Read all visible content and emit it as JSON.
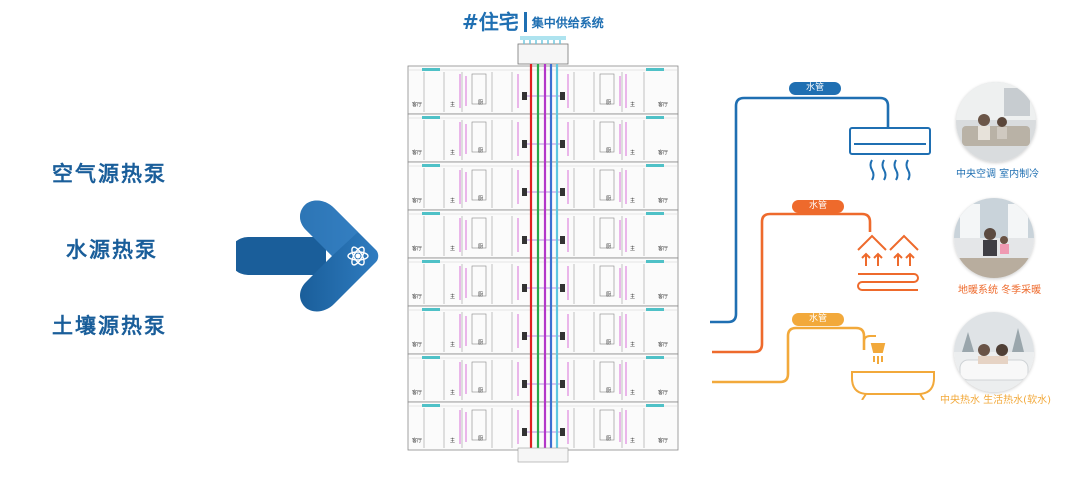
{
  "header": {
    "title_main": "#住宅",
    "title_sub": "集中供给系统"
  },
  "sources": {
    "items": [
      "空气源热泵",
      "水源热泵",
      "土壤源热泵"
    ]
  },
  "building": {
    "room_labels": {
      "living": "客厅",
      "master": "主",
      "kitchen": "厨"
    },
    "floors": 8
  },
  "outputs": [
    {
      "pipe_label": "水管",
      "caption": "中央空调  室内制冷",
      "color": "#1f6fb2",
      "icon": "air-conditioner-icon"
    },
    {
      "pipe_label": "水管",
      "caption": "地暖系统  冬季采暖",
      "color": "#ee6a2c",
      "icon": "floor-heating-icon"
    },
    {
      "pipe_label": "水管",
      "caption": "中央热水  生活热水(软水)",
      "color": "#f2a93b",
      "icon": "bathtub-shower-icon"
    }
  ],
  "colors": {
    "brand_blue": "#1f6fb2",
    "orange": "#ee6a2c",
    "yellow": "#f2a93b",
    "arrow_dark": "#1a5e9a",
    "arrow_light": "#3a86c8"
  }
}
